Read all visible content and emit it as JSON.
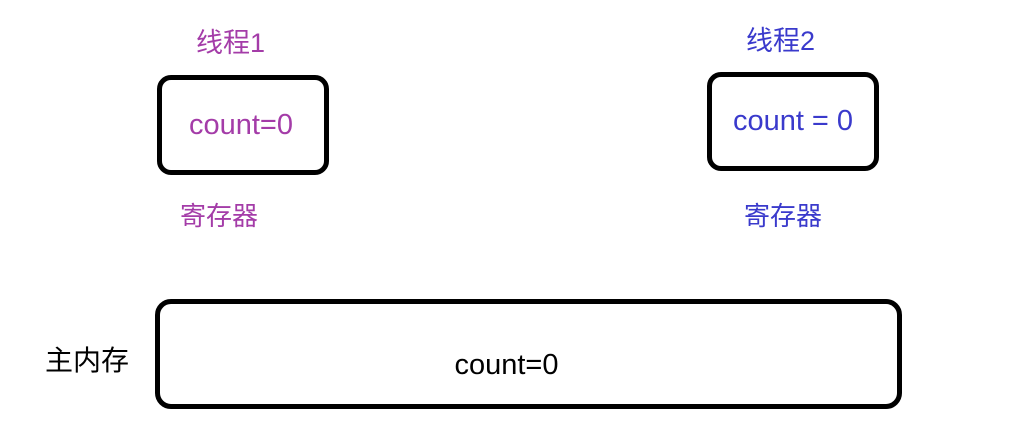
{
  "diagram": {
    "title": "Java memory model: two threads with registers and shared main memory",
    "background_color": "#ffffff",
    "border_color": "#000000"
  },
  "threads": [
    {
      "id": "thread1",
      "title": "线程1",
      "value": "count=0",
      "register_label": "寄存器",
      "color": "#A43CA8"
    },
    {
      "id": "thread2",
      "title": "线程2",
      "value": "count = 0",
      "register_label": "寄存器",
      "color": "#3A3ACC"
    }
  ],
  "main_memory": {
    "label": "主内存",
    "value": "count=0",
    "color": "#000000"
  }
}
